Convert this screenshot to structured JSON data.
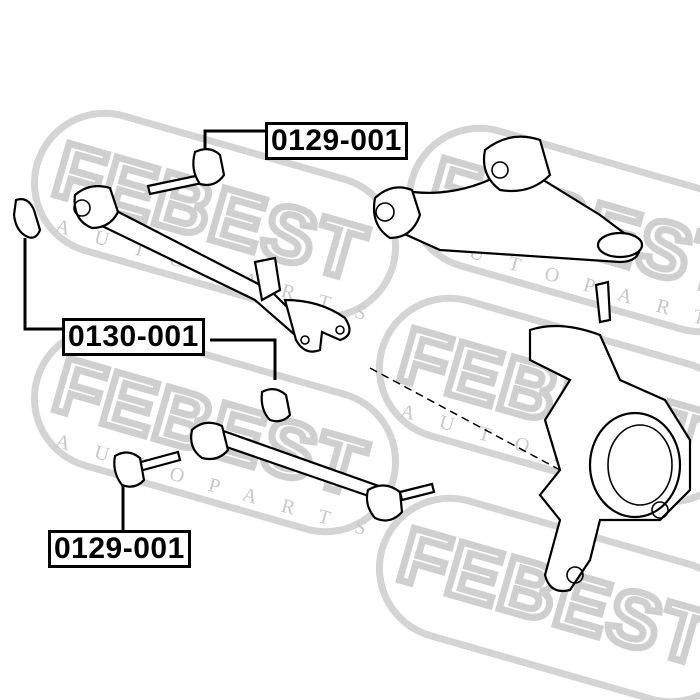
{
  "watermark": {
    "brand": "FEBEST",
    "tagline": "AUTO PARTS"
  },
  "labels": [
    {
      "part_number": "0129-001"
    },
    {
      "part_number": "0130-001"
    },
    {
      "part_number": "0129-001"
    }
  ]
}
